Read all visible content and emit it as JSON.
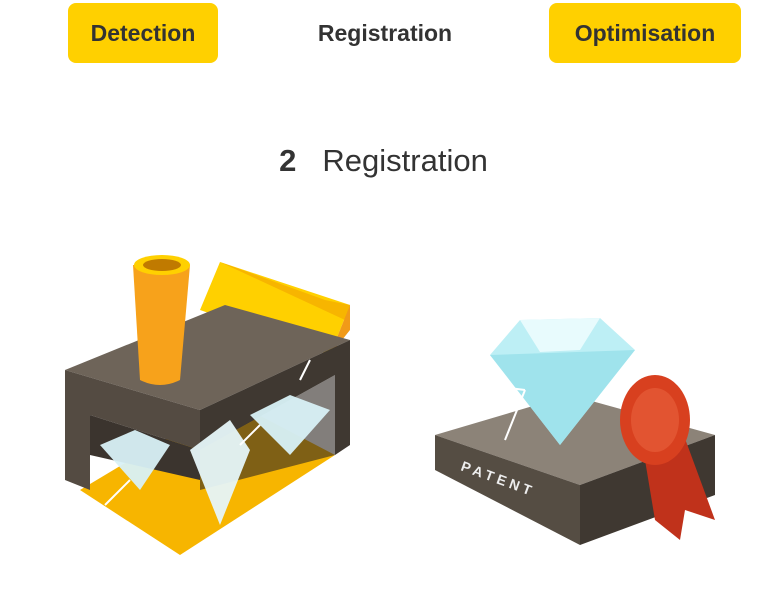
{
  "tabs": [
    {
      "label": "Detection",
      "highlighted": true
    },
    {
      "label": "Registration",
      "highlighted": false
    },
    {
      "label": "Optimisation",
      "highlighted": true
    }
  ],
  "section": {
    "number": "2",
    "title": "Registration"
  },
  "illustrations": {
    "factory": "factory-with-diamonds",
    "patent": {
      "label": "PATENT"
    }
  },
  "colors": {
    "accent": "#ffd000",
    "text": "#333333",
    "seal": "#d8401f"
  }
}
